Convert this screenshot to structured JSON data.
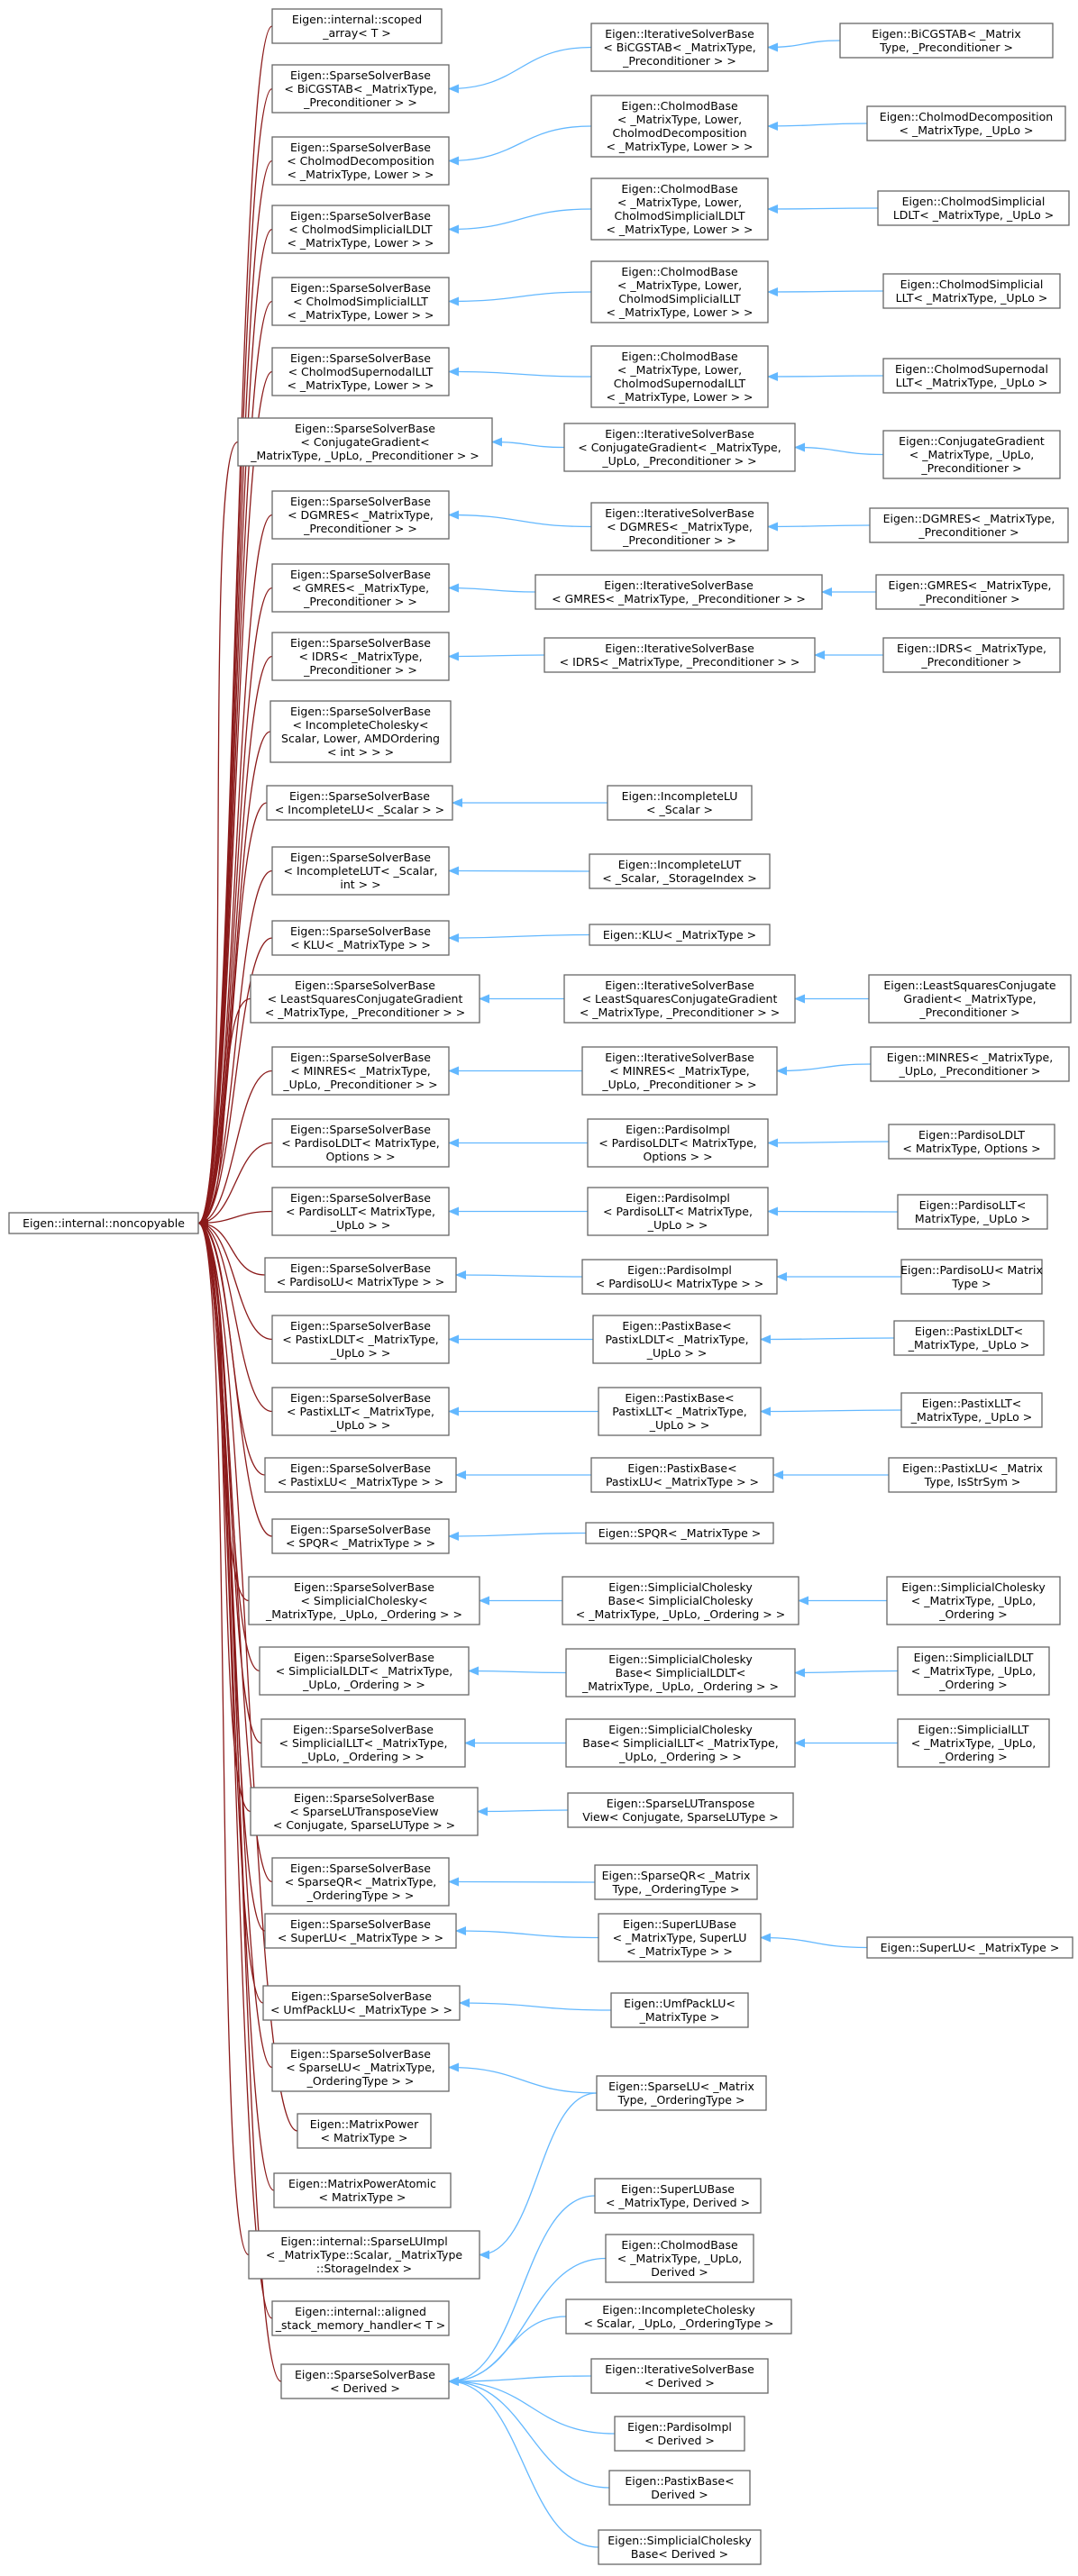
{
  "diagram": {
    "nodes": [
      {
        "id": "root",
        "label": [
          "Eigen::internal::noncopyable"
        ]
      },
      {
        "id": "scoped",
        "label": [
          "Eigen::internal::scoped",
          "_array< T >"
        ]
      },
      {
        "id": "ssb_bicg",
        "label": [
          "Eigen::SparseSolverBase",
          "< BiCGSTAB< _MatrixType,",
          "_Preconditioner > >"
        ]
      },
      {
        "id": "isb_bicg",
        "label": [
          "Eigen::IterativeSolverBase",
          "< BiCGSTAB< _MatrixType,",
          "_Preconditioner > >"
        ]
      },
      {
        "id": "bicg",
        "label": [
          "Eigen::BiCGSTAB< _Matrix",
          "Type, _Preconditioner >"
        ]
      },
      {
        "id": "ssb_chd",
        "label": [
          "Eigen::SparseSolverBase",
          "< CholmodDecomposition",
          "< _MatrixType, Lower > >"
        ]
      },
      {
        "id": "cb_chd",
        "label": [
          "Eigen::CholmodBase",
          "< _MatrixType, Lower,",
          "CholmodDecomposition",
          "< _MatrixType, Lower > >"
        ]
      },
      {
        "id": "chd",
        "label": [
          "Eigen::CholmodDecomposition",
          "< _MatrixType, _UpLo >"
        ]
      },
      {
        "id": "ssb_csldlt",
        "label": [
          "Eigen::SparseSolverBase",
          "< CholmodSimplicialLDLT",
          "< _MatrixType, Lower > >"
        ]
      },
      {
        "id": "cb_csldlt",
        "label": [
          "Eigen::CholmodBase",
          "< _MatrixType, Lower,",
          "CholmodSimplicialLDLT",
          "< _MatrixType, Lower > >"
        ]
      },
      {
        "id": "csldlt",
        "label": [
          "Eigen::CholmodSimplicial",
          "LDLT< _MatrixType, _UpLo >"
        ]
      },
      {
        "id": "ssb_csllt",
        "label": [
          "Eigen::SparseSolverBase",
          "< CholmodSimplicialLLT",
          "< _MatrixType, Lower > >"
        ]
      },
      {
        "id": "cb_csllt",
        "label": [
          "Eigen::CholmodBase",
          "< _MatrixType, Lower,",
          "CholmodSimplicialLLT",
          "< _MatrixType, Lower > >"
        ]
      },
      {
        "id": "csllt",
        "label": [
          "Eigen::CholmodSimplicial",
          "LLT< _MatrixType, _UpLo >"
        ]
      },
      {
        "id": "ssb_csnllt",
        "label": [
          "Eigen::SparseSolverBase",
          "< CholmodSupernodalLLT",
          "< _MatrixType, Lower > >"
        ]
      },
      {
        "id": "cb_csnllt",
        "label": [
          "Eigen::CholmodBase",
          "< _MatrixType, Lower,",
          "CholmodSupernodalLLT",
          "< _MatrixType, Lower > >"
        ]
      },
      {
        "id": "csnllt",
        "label": [
          "Eigen::CholmodSupernodal",
          "LLT< _MatrixType, _UpLo >"
        ]
      },
      {
        "id": "ssb_cg",
        "label": [
          "Eigen::SparseSolverBase",
          "< ConjugateGradient<",
          "_MatrixType, _UpLo, _Preconditioner > >"
        ]
      },
      {
        "id": "isb_cg",
        "label": [
          "Eigen::IterativeSolverBase",
          "< ConjugateGradient< _MatrixType,",
          "_UpLo, _Preconditioner > >"
        ]
      },
      {
        "id": "cg",
        "label": [
          "Eigen::ConjugateGradient",
          "< _MatrixType, _UpLo,",
          "_Preconditioner >"
        ]
      },
      {
        "id": "ssb_dgmres",
        "label": [
          "Eigen::SparseSolverBase",
          "< DGMRES< _MatrixType,",
          "_Preconditioner > >"
        ]
      },
      {
        "id": "isb_dgmres",
        "label": [
          "Eigen::IterativeSolverBase",
          "< DGMRES< _MatrixType,",
          "_Preconditioner > >"
        ]
      },
      {
        "id": "dgmres",
        "label": [
          "Eigen::DGMRES< _MatrixType,",
          "_Preconditioner >"
        ]
      },
      {
        "id": "ssb_gmres",
        "label": [
          "Eigen::SparseSolverBase",
          "< GMRES< _MatrixType,",
          "_Preconditioner > >"
        ]
      },
      {
        "id": "isb_gmres",
        "label": [
          "Eigen::IterativeSolverBase",
          "< GMRES< _MatrixType, _Preconditioner > >"
        ]
      },
      {
        "id": "gmres",
        "label": [
          "Eigen::GMRES< _MatrixType,",
          "_Preconditioner >"
        ]
      },
      {
        "id": "ssb_idrs",
        "label": [
          "Eigen::SparseSolverBase",
          "< IDRS< _MatrixType,",
          "_Preconditioner > >"
        ]
      },
      {
        "id": "isb_idrs",
        "label": [
          "Eigen::IterativeSolverBase",
          "< IDRS< _MatrixType, _Preconditioner > >"
        ]
      },
      {
        "id": "idrs",
        "label": [
          "Eigen::IDRS< _MatrixType,",
          "_Preconditioner >"
        ]
      },
      {
        "id": "ssb_ichol",
        "label": [
          "Eigen::SparseSolverBase",
          "< IncompleteCholesky<",
          "Scalar, Lower, AMDOrdering",
          "< int > > >"
        ]
      },
      {
        "id": "ssb_ilu",
        "label": [
          "Eigen::SparseSolverBase",
          "< IncompleteLU< _Scalar > >"
        ]
      },
      {
        "id": "ilu",
        "label": [
          "Eigen::IncompleteLU",
          "< _Scalar >"
        ]
      },
      {
        "id": "ssb_ilut",
        "label": [
          "Eigen::SparseSolverBase",
          "< IncompleteLUT< _Scalar,",
          "int > >"
        ]
      },
      {
        "id": "ilut",
        "label": [
          "Eigen::IncompleteLUT",
          "< _Scalar, _StorageIndex >"
        ]
      },
      {
        "id": "ssb_klu",
        "label": [
          "Eigen::SparseSolverBase",
          "< KLU< _MatrixType > >"
        ]
      },
      {
        "id": "klu",
        "label": [
          "Eigen::KLU< _MatrixType >"
        ]
      },
      {
        "id": "ssb_lscg",
        "label": [
          "Eigen::SparseSolverBase",
          "< LeastSquaresConjugateGradient",
          "< _MatrixType, _Preconditioner > >"
        ]
      },
      {
        "id": "isb_lscg",
        "label": [
          "Eigen::IterativeSolverBase",
          "< LeastSquaresConjugateGradient",
          "< _MatrixType, _Preconditioner > >"
        ]
      },
      {
        "id": "lscg",
        "label": [
          "Eigen::LeastSquaresConjugate",
          "Gradient< _MatrixType,",
          "_Preconditioner >"
        ]
      },
      {
        "id": "ssb_minres",
        "label": [
          "Eigen::SparseSolverBase",
          "< MINRES< _MatrixType,",
          "_UpLo, _Preconditioner > >"
        ]
      },
      {
        "id": "isb_minres",
        "label": [
          "Eigen::IterativeSolverBase",
          "< MINRES< _MatrixType,",
          "_UpLo, _Preconditioner > >"
        ]
      },
      {
        "id": "minres",
        "label": [
          "Eigen::MINRES< _MatrixType,",
          "_UpLo, _Preconditioner >"
        ]
      },
      {
        "id": "ssb_pldlt",
        "label": [
          "Eigen::SparseSolverBase",
          "< PardisoLDLT< MatrixType,",
          "Options > >"
        ]
      },
      {
        "id": "pi_pldlt",
        "label": [
          "Eigen::PardisoImpl",
          "< PardisoLDLT< MatrixType,",
          "Options > >"
        ]
      },
      {
        "id": "pldlt",
        "label": [
          "Eigen::PardisoLDLT",
          "< MatrixType, Options >"
        ]
      },
      {
        "id": "ssb_pllt",
        "label": [
          "Eigen::SparseSolverBase",
          "< PardisoLLT< MatrixType,",
          "_UpLo > >"
        ]
      },
      {
        "id": "pi_pllt",
        "label": [
          "Eigen::PardisoImpl",
          "< PardisoLLT< MatrixType,",
          "_UpLo > >"
        ]
      },
      {
        "id": "pllt",
        "label": [
          "Eigen::PardisoLLT<",
          "MatrixType, _UpLo >"
        ]
      },
      {
        "id": "ssb_plu",
        "label": [
          "Eigen::SparseSolverBase",
          "< PardisoLU< MatrixType > >"
        ]
      },
      {
        "id": "pi_plu",
        "label": [
          "Eigen::PardisoImpl",
          "< PardisoLU< MatrixType > >"
        ]
      },
      {
        "id": "plu",
        "label": [
          "Eigen::PardisoLU< Matrix",
          "Type >"
        ]
      },
      {
        "id": "ssb_xldlt",
        "label": [
          "Eigen::SparseSolverBase",
          "< PastixLDLT< _MatrixType,",
          "_UpLo > >"
        ]
      },
      {
        "id": "pb_xldlt",
        "label": [
          "Eigen::PastixBase<",
          "PastixLDLT< _MatrixType,",
          "_UpLo > >"
        ]
      },
      {
        "id": "xldlt",
        "label": [
          "Eigen::PastixLDLT<",
          "_MatrixType, _UpLo >"
        ]
      },
      {
        "id": "ssb_xllt",
        "label": [
          "Eigen::SparseSolverBase",
          "< PastixLLT< _MatrixType,",
          "_UpLo > >"
        ]
      },
      {
        "id": "pb_xllt",
        "label": [
          "Eigen::PastixBase<",
          "PastixLLT< _MatrixType,",
          "_UpLo > >"
        ]
      },
      {
        "id": "xllt",
        "label": [
          "Eigen::PastixLLT<",
          "_MatrixType, _UpLo >"
        ]
      },
      {
        "id": "ssb_xlu",
        "label": [
          "Eigen::SparseSolverBase",
          "< PastixLU< _MatrixType > >"
        ]
      },
      {
        "id": "pb_xlu",
        "label": [
          "Eigen::PastixBase<",
          "PastixLU< _MatrixType > >"
        ]
      },
      {
        "id": "xlu",
        "label": [
          "Eigen::PastixLU< _Matrix",
          "Type, IsStrSym >"
        ]
      },
      {
        "id": "ssb_spqr",
        "label": [
          "Eigen::SparseSolverBase",
          "< SPQR< _MatrixType > >"
        ]
      },
      {
        "id": "spqr",
        "label": [
          "Eigen::SPQR< _MatrixType >"
        ]
      },
      {
        "id": "ssb_schol",
        "label": [
          "Eigen::SparseSolverBase",
          "< SimplicialCholesky<",
          "_MatrixType, _UpLo, _Ordering > >"
        ]
      },
      {
        "id": "scb_schol",
        "label": [
          "Eigen::SimplicialCholesky",
          "Base< SimplicialCholesky",
          "< _MatrixType, _UpLo, _Ordering > >"
        ]
      },
      {
        "id": "schol",
        "label": [
          "Eigen::SimplicialCholesky",
          "< _MatrixType, _UpLo,",
          "_Ordering >"
        ]
      },
      {
        "id": "ssb_sldlt",
        "label": [
          "Eigen::SparseSolverBase",
          "< SimplicialLDLT< _MatrixType,",
          "_UpLo, _Ordering > >"
        ]
      },
      {
        "id": "scb_sldlt",
        "label": [
          "Eigen::SimplicialCholesky",
          "Base< SimplicialLDLT<",
          "_MatrixType, _UpLo, _Ordering > >"
        ]
      },
      {
        "id": "sldlt",
        "label": [
          "Eigen::SimplicialLDLT",
          "< _MatrixType, _UpLo,",
          "_Ordering >"
        ]
      },
      {
        "id": "ssb_sllt",
        "label": [
          "Eigen::SparseSolverBase",
          "< SimplicialLLT< _MatrixType,",
          "_UpLo, _Ordering > >"
        ]
      },
      {
        "id": "scb_sllt",
        "label": [
          "Eigen::SimplicialCholesky",
          "Base< SimplicialLLT< _MatrixType,",
          "_UpLo, _Ordering > >"
        ]
      },
      {
        "id": "sllt",
        "label": [
          "Eigen::SimplicialLLT",
          "< _MatrixType, _UpLo,",
          "_Ordering >"
        ]
      },
      {
        "id": "ssb_slutv",
        "label": [
          "Eigen::SparseSolverBase",
          "< SparseLUTransposeView",
          "< Conjugate, SparseLUType > >"
        ]
      },
      {
        "id": "slutv",
        "label": [
          "Eigen::SparseLUTranspose",
          "View< Conjugate, SparseLUType >"
        ]
      },
      {
        "id": "ssb_sqr",
        "label": [
          "Eigen::SparseSolverBase",
          "< SparseQR< _MatrixType,",
          "_OrderingType > >"
        ]
      },
      {
        "id": "sqr",
        "label": [
          "Eigen::SparseQR< _Matrix",
          "Type, _OrderingType >"
        ]
      },
      {
        "id": "ssb_slu",
        "label": [
          "Eigen::SparseSolverBase",
          "< SuperLU< _MatrixType > >"
        ]
      },
      {
        "id": "slub_slu",
        "label": [
          "Eigen::SuperLUBase",
          "< _MatrixType, SuperLU",
          "< _MatrixType > >"
        ]
      },
      {
        "id": "superlu",
        "label": [
          "Eigen::SuperLU< _MatrixType >"
        ]
      },
      {
        "id": "ssb_umf",
        "label": [
          "Eigen::SparseSolverBase",
          "< UmfPackLU< _MatrixType > >"
        ]
      },
      {
        "id": "umf",
        "label": [
          "Eigen::UmfPackLU<",
          "_MatrixType >"
        ]
      },
      {
        "id": "ssb_splu",
        "label": [
          "Eigen::SparseSolverBase",
          "< SparseLU< _MatrixType,",
          "_OrderingType > >"
        ]
      },
      {
        "id": "splu",
        "label": [
          "Eigen::SparseLU< _Matrix",
          "Type, _OrderingType >"
        ]
      },
      {
        "id": "mpow",
        "label": [
          "Eigen::MatrixPower",
          "< MatrixType >"
        ]
      },
      {
        "id": "mpowa",
        "label": [
          "Eigen::MatrixPowerAtomic",
          "< MatrixType >"
        ]
      },
      {
        "id": "slui",
        "label": [
          "Eigen::internal::SparseLUImpl",
          "< _MatrixType::Scalar, _MatrixType",
          "::StorageIndex >"
        ]
      },
      {
        "id": "aligned",
        "label": [
          "Eigen::internal::aligned",
          "_stack_memory_handler< T >"
        ]
      },
      {
        "id": "ssb_derived",
        "label": [
          "Eigen::SparseSolverBase",
          "< Derived >"
        ]
      },
      {
        "id": "slub_d",
        "label": [
          "Eigen::SuperLUBase",
          "< _MatrixType, Derived >"
        ]
      },
      {
        "id": "cb_d",
        "label": [
          "Eigen::CholmodBase",
          "< _MatrixType, _UpLo,",
          "Derived >"
        ]
      },
      {
        "id": "ichol",
        "label": [
          "Eigen::IncompleteCholesky",
          "< Scalar, _UpLo, _OrderingType >"
        ]
      },
      {
        "id": "isb_d",
        "label": [
          "Eigen::IterativeSolverBase",
          "< Derived >"
        ]
      },
      {
        "id": "pi_d",
        "label": [
          "Eigen::PardisoImpl",
          "< Derived >"
        ]
      },
      {
        "id": "pb_d",
        "label": [
          "Eigen::PastixBase<",
          "Derived >"
        ]
      },
      {
        "id": "scb_d",
        "label": [
          "Eigen::SimplicialCholesky",
          "Base< Derived >"
        ]
      }
    ]
  }
}
